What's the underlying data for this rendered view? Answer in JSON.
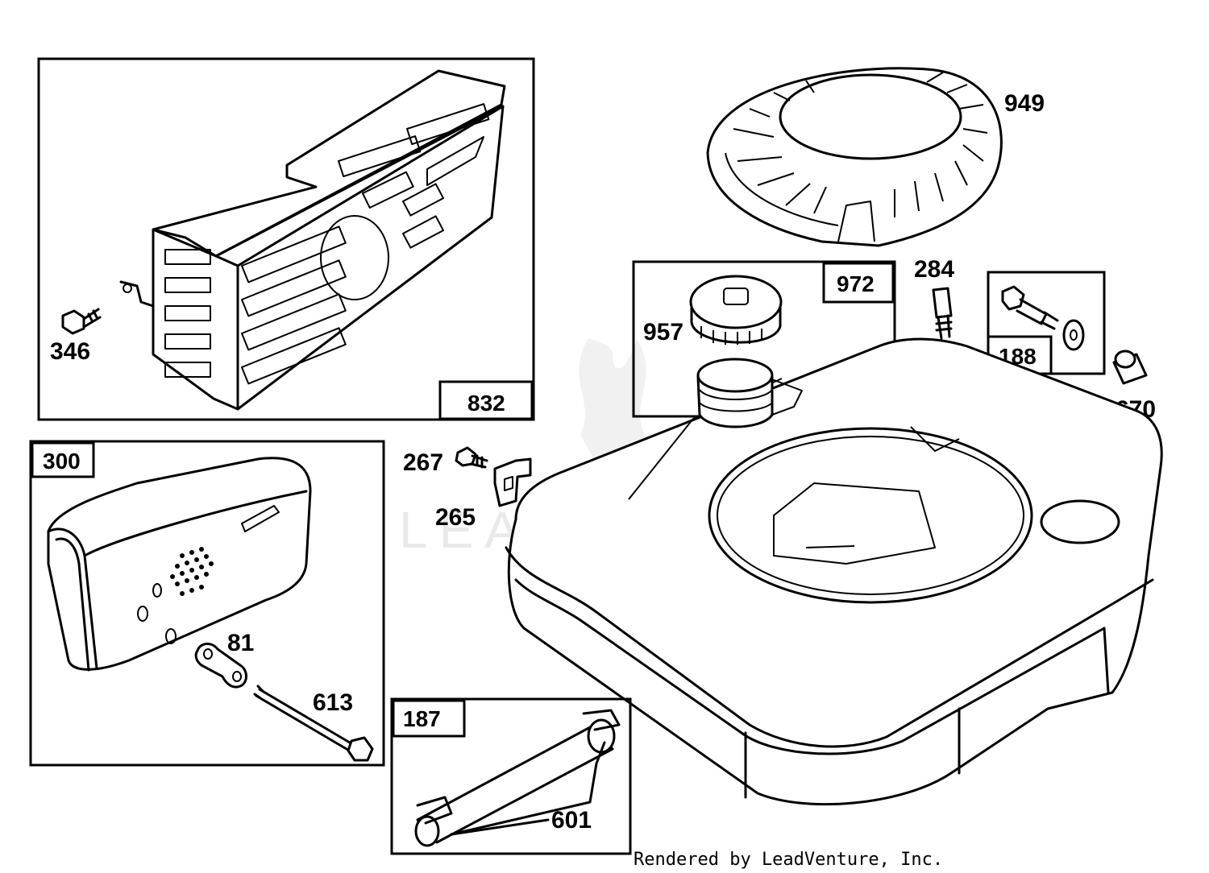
{
  "watermark": "LEADVENTURE",
  "footer": "Rendered by LeadVenture, Inc.",
  "assemblies": {
    "a832": "832",
    "a300": "300",
    "a972": "972",
    "a188": "188",
    "a187": "187"
  },
  "parts": {
    "p949": "949",
    "p284": "284",
    "p957": "957",
    "p670": "670",
    "p346": "346",
    "p267": "267",
    "p265": "265",
    "p81": "81",
    "p613": "613",
    "p601": "601"
  }
}
